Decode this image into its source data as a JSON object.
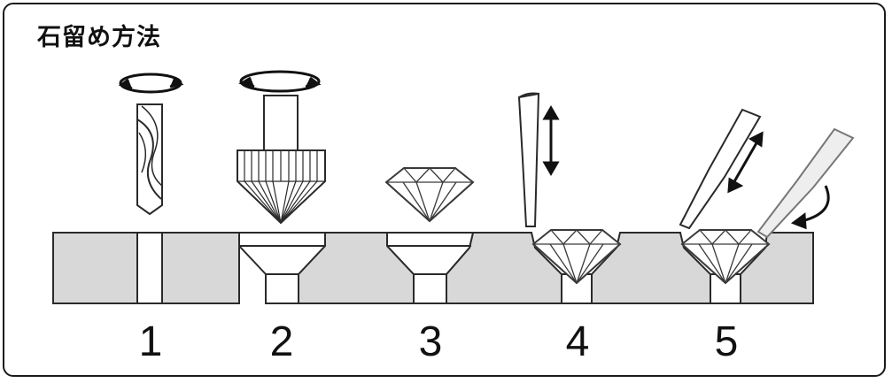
{
  "title": "石留め方法",
  "steps": [
    {
      "number": "1"
    },
    {
      "number": "2"
    },
    {
      "number": "3"
    },
    {
      "number": "4"
    },
    {
      "number": "5"
    }
  ],
  "colors": {
    "metal": "#d8d8d8",
    "outline": "#2a2a2a",
    "tool_light": "#eeeeee",
    "background": "#ffffff"
  },
  "icons": [
    "rotation-arrow-icon",
    "up-down-arrow-icon",
    "curved-arrow-icon",
    "diamond-icon",
    "drill-bit-icon",
    "countersink-burr-icon",
    "graver-icon",
    "burnisher-icon"
  ]
}
